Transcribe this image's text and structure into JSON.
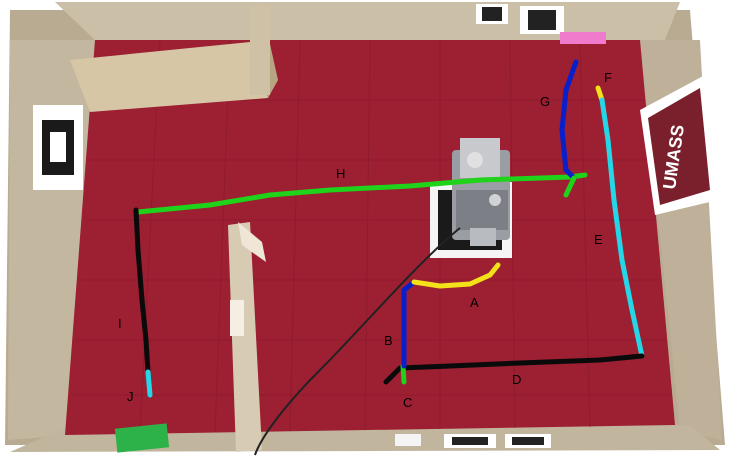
{
  "colors": {
    "carpet": "#9c1f32",
    "carpet_dark": "#7d1626",
    "wall": "#b9ab92",
    "wall_top": "#e6dccb",
    "outside": "#ffffff",
    "robot": "#9a9da3",
    "path_green": "#1fd21a",
    "path_black": "#0a0a0a",
    "path_blue": "#0a1fcc",
    "path_yellow": "#f3e21a",
    "path_cyan": "#24d6e6"
  },
  "paths": [
    {
      "label": "A",
      "color": "path_yellow"
    },
    {
      "label": "B",
      "color": "path_blue"
    },
    {
      "label": "C",
      "color": "path_green"
    },
    {
      "label": "D",
      "color": "path_black"
    },
    {
      "label": "E",
      "color": "path_cyan"
    },
    {
      "label": "F",
      "color": "path_yellow"
    },
    {
      "label": "G",
      "color": "path_blue"
    },
    {
      "label": "H",
      "color": "path_green"
    },
    {
      "label": "I",
      "color": "path_black"
    },
    {
      "label": "J",
      "color": "path_cyan"
    }
  ],
  "banner": {
    "text": "UMASS"
  }
}
